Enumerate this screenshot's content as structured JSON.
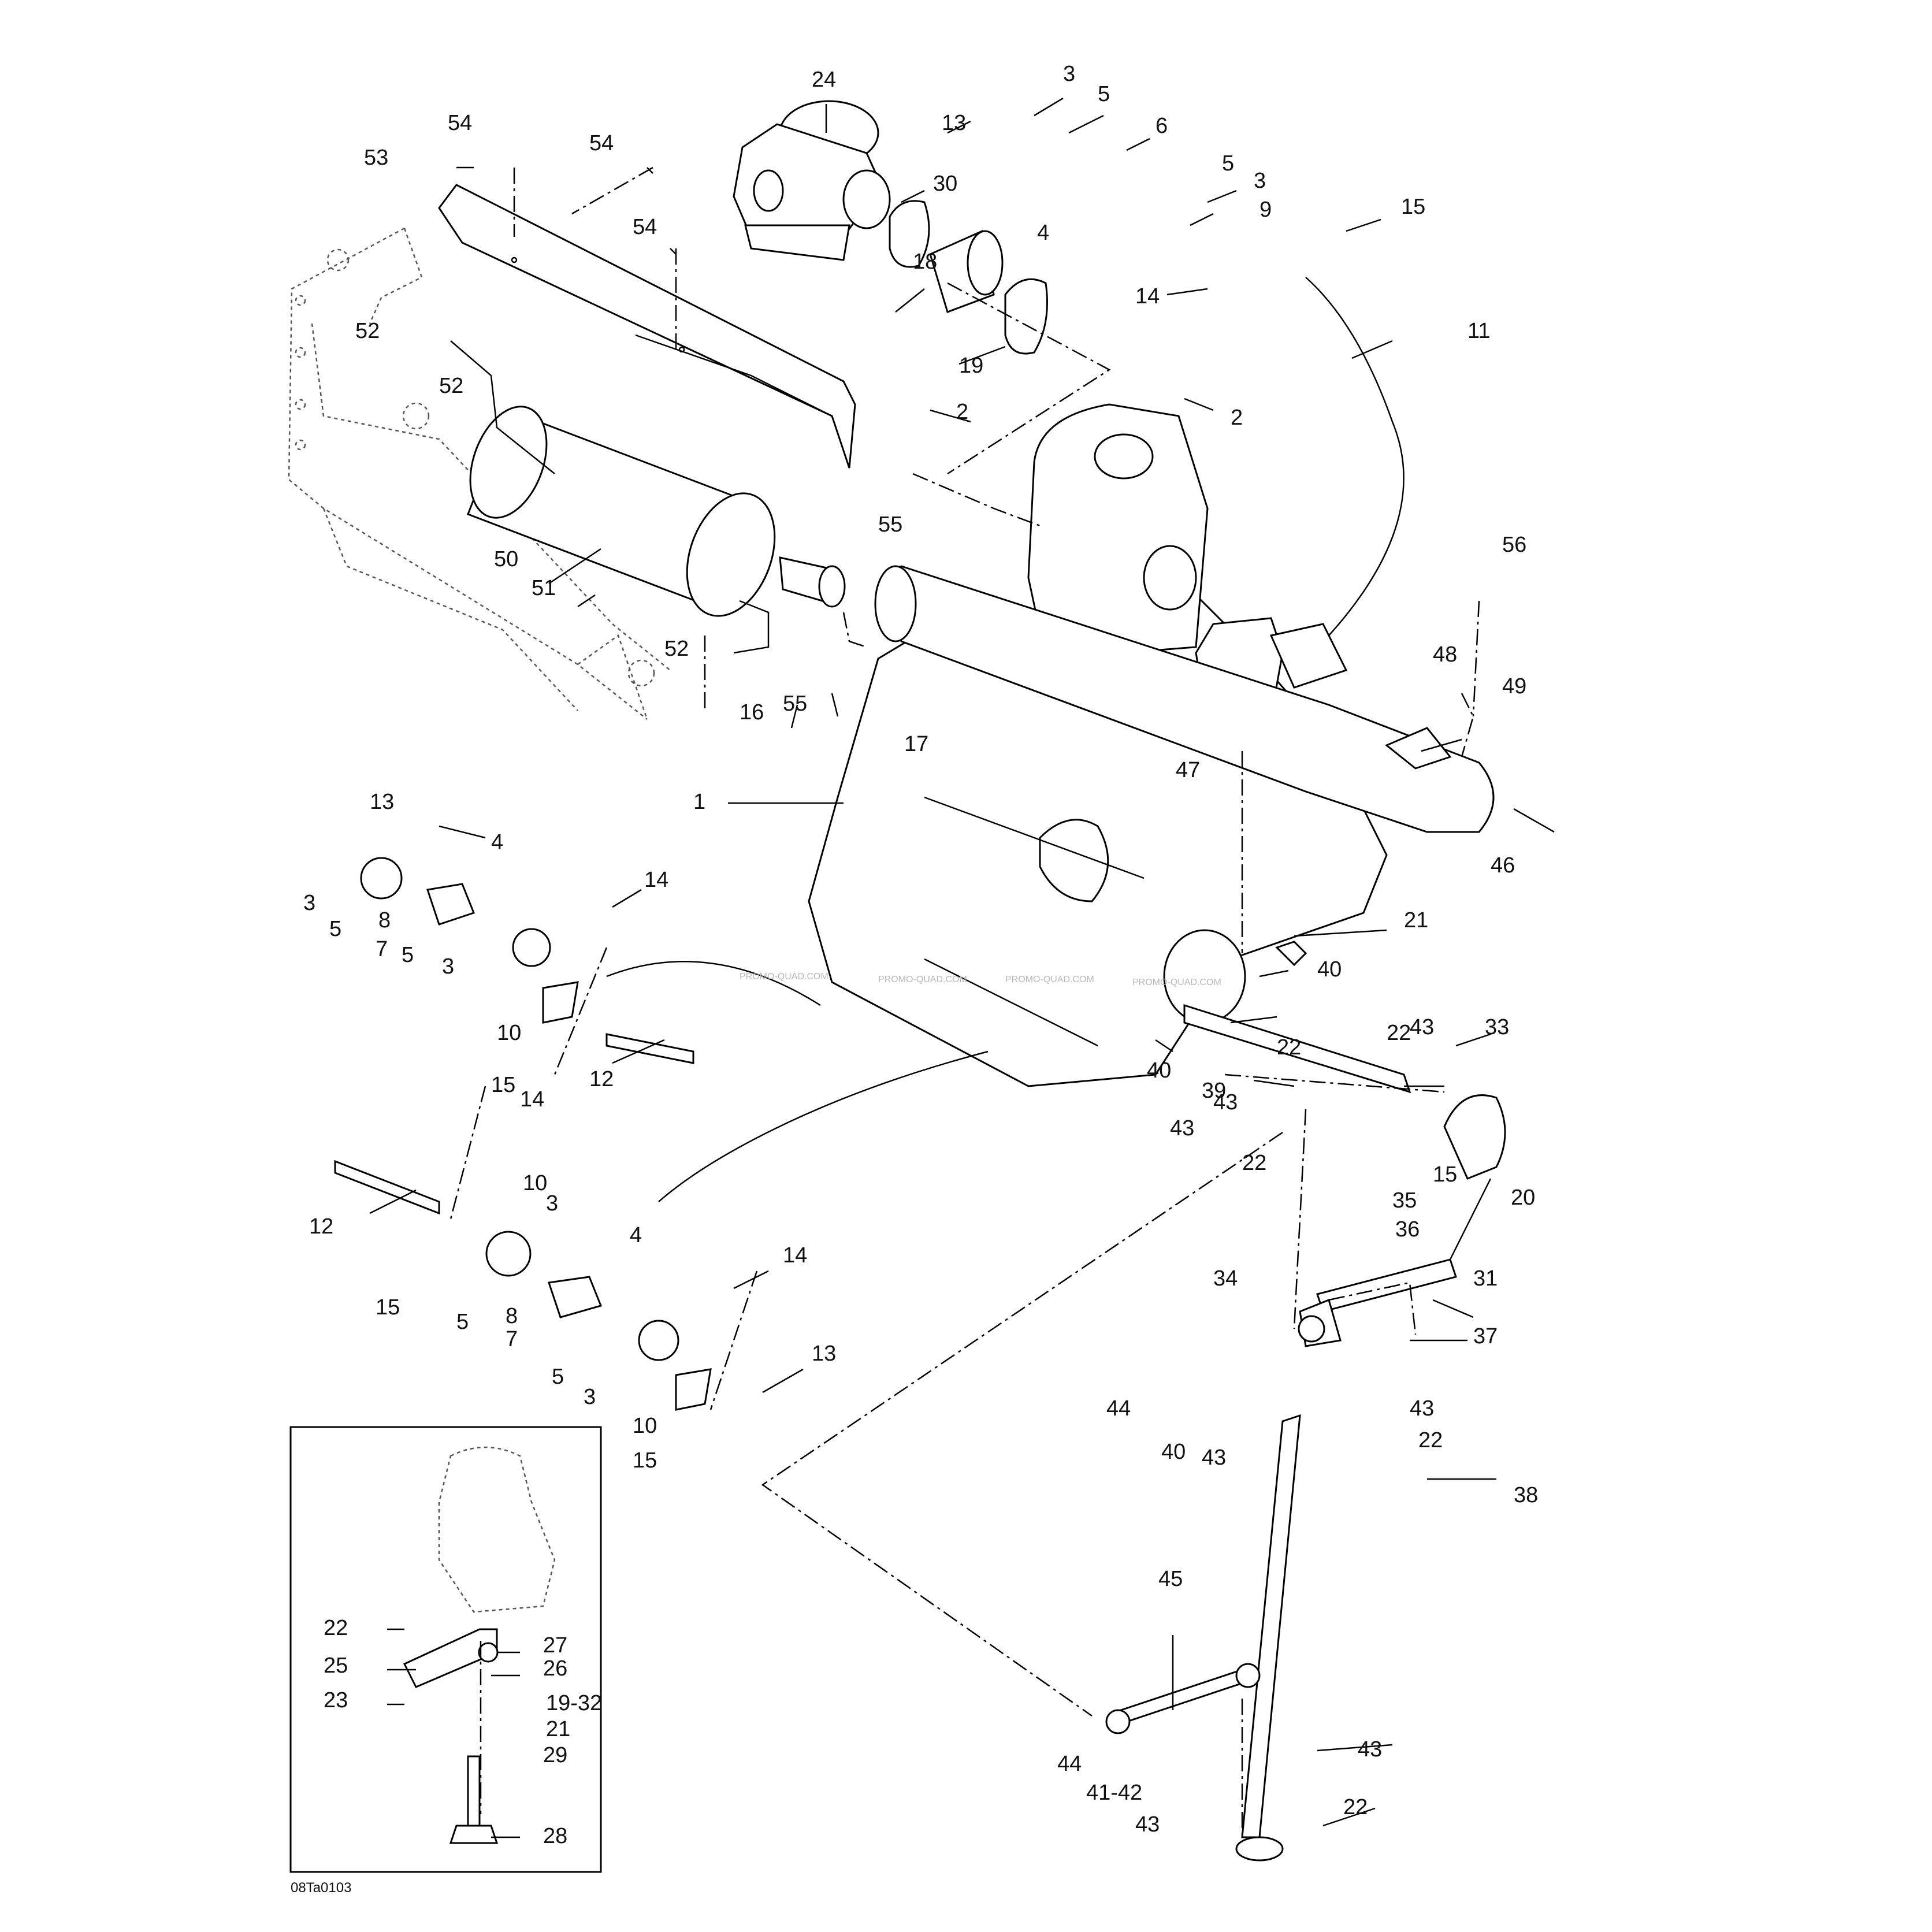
{
  "drawing": {
    "code": "08Ta0103",
    "watermarks": [
      "PROMO-QUAD.COM",
      "PROMO-QUAD.COM",
      "PROMO-QUAD.COM",
      "PROMO-QUAD.COM"
    ]
  },
  "callouts": [
    "1",
    "2",
    "2",
    "3",
    "3",
    "3",
    "3",
    "3",
    "3",
    "4",
    "4",
    "4",
    "5",
    "5",
    "5",
    "5",
    "5",
    "5",
    "6",
    "7",
    "7",
    "8",
    "8",
    "9",
    "10",
    "10",
    "10",
    "11",
    "12",
    "12",
    "13",
    "13",
    "13",
    "14",
    "14",
    "14",
    "14",
    "15",
    "15",
    "15",
    "15",
    "15",
    "16",
    "17",
    "18",
    "19",
    "19-32",
    "20",
    "21",
    "21",
    "22",
    "22",
    "22",
    "22",
    "22",
    "22",
    "23",
    "24",
    "25",
    "26",
    "27",
    "28",
    "29",
    "30",
    "31",
    "33",
    "34",
    "35",
    "36",
    "37",
    "38",
    "39",
    "40",
    "40",
    "40",
    "41-42",
    "43",
    "43",
    "43",
    "43",
    "43",
    "43",
    "43",
    "44",
    "44",
    "45",
    "46",
    "47",
    "48",
    "49",
    "50",
    "51",
    "52",
    "52",
    "52",
    "53",
    "54",
    "54",
    "54",
    "55",
    "55",
    "56"
  ]
}
